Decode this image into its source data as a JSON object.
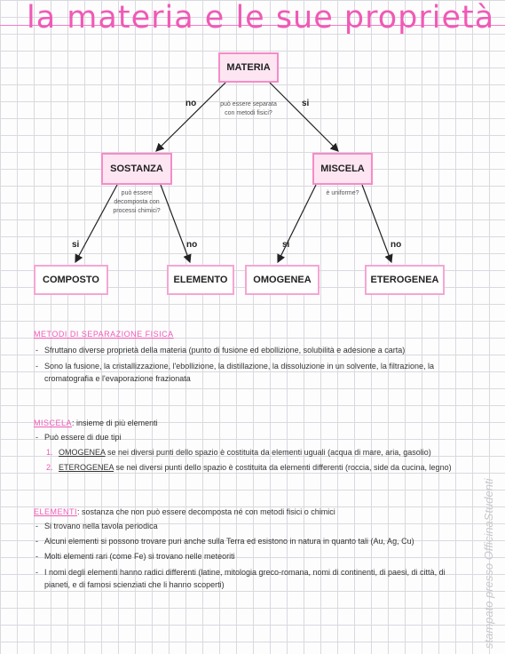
{
  "title": "la materia e le sue proprietà",
  "diagram": {
    "root": "MATERIA",
    "root_question": [
      "può essere separata",
      "con metodi fisici?"
    ],
    "no_label": "no",
    "yes_label": "si",
    "left": "SOSTANZA",
    "left_question": [
      "può essere",
      "decomposta con",
      "processi chimici?"
    ],
    "right": "MISCELA",
    "right_question": "è uniforme?",
    "leaves": [
      "COMPOSTO",
      "ELEMENTO",
      "OMOGENEA",
      "ETEROGENEA"
    ]
  },
  "metodi": {
    "heading": "METODI DI SEPARAZIONE FISICA",
    "bullets": [
      "Sfruttano diverse proprietà della materia (punto di fusione ed ebollizione, solubilità e adesione a carta)",
      "Sono la fusione, la cristallizzazione, l'ebollizione, la distillazione, la dissoluzione in un solvente, la filtrazione, la cromatografia e l'evaporazione frazionata"
    ]
  },
  "miscela": {
    "heading": "MISCELA",
    "intro": "insieme di più elementi",
    "bullet": "Può essere di due tipi",
    "items": [
      {
        "num": "1.",
        "term": "OMOGENEA",
        "text": "se nei diversi punti dello spazio è costituita da elementi uguali (acqua di mare, aria, gasolio)"
      },
      {
        "num": "2.",
        "term": "ETEROGENEA",
        "text": "se nei diversi punti dello spazio è costituita da elementi differenti (roccia, side da cucina, legno)"
      }
    ]
  },
  "elementi": {
    "heading": "ELEMENTI",
    "intro": "sostanza che non può essere decomposta né con metodi fisici o chimici",
    "bullets": [
      "Si trovano nella tavola periodica",
      "Alcuni elementi si possono trovare puri anche sulla Terra ed esistono in natura in quanto tali (Au, Ag, Cu)",
      "Molti elementi rari (come Fe) si trovano nelle meteoriti",
      "I nomi degli elementi hanno radici differenti (latine, mitologia greco-romana, nomi di continenti, di paesi, di città, di pianeti, e di famosi scienziati che li hanno scoperti)"
    ]
  },
  "watermark": "stampato presso OfficinaStudenti"
}
